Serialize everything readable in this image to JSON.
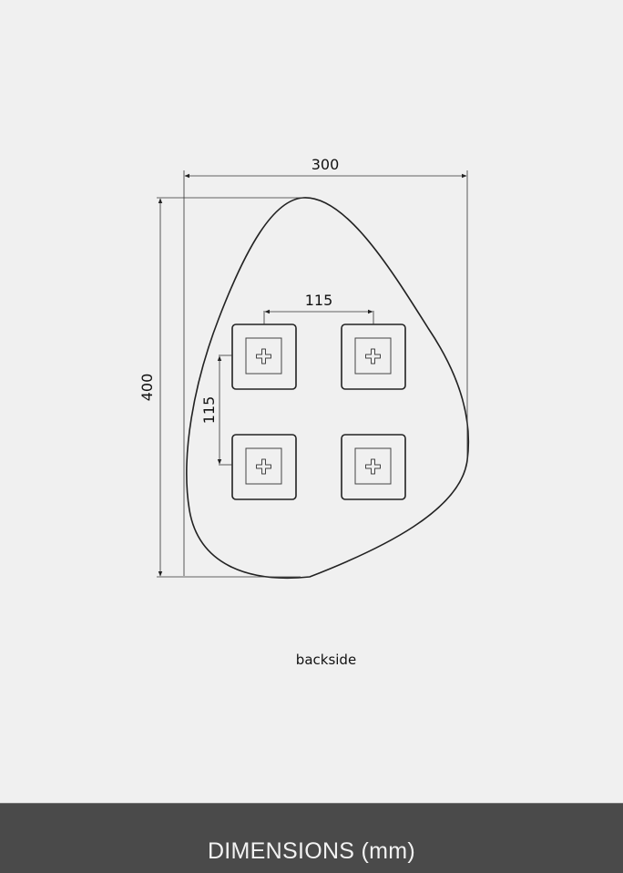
{
  "diagram": {
    "width_label": "300",
    "height_label": "400",
    "horizontal_spacing_label": "115",
    "vertical_spacing_label": "115",
    "caption": "backside",
    "unit": "mm"
  },
  "banner": {
    "title": "DIMENSIONS (mm)"
  }
}
